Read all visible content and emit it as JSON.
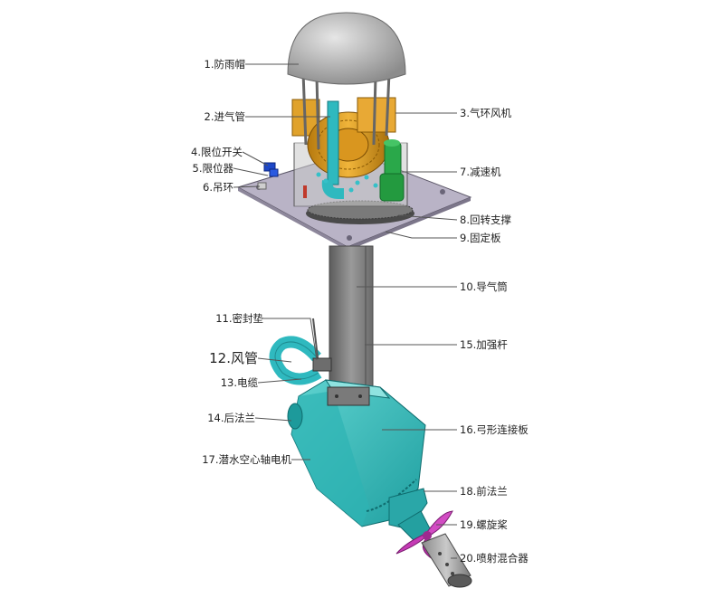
{
  "diagram": {
    "labels": [
      {
        "id": "l1",
        "text": "1.防雨帽"
      },
      {
        "id": "l2",
        "text": "2.进气管"
      },
      {
        "id": "l3",
        "text": "3.气环风机"
      },
      {
        "id": "l4",
        "text": "4.限位开关"
      },
      {
        "id": "l5",
        "text": "5.限位器"
      },
      {
        "id": "l6",
        "text": "6.吊环"
      },
      {
        "id": "l7",
        "text": "7.减速机"
      },
      {
        "id": "l8",
        "text": "8.回转支撑"
      },
      {
        "id": "l9",
        "text": "9.固定板"
      },
      {
        "id": "l10",
        "text": "10.导气筒"
      },
      {
        "id": "l11",
        "text": "11.密封垫"
      },
      {
        "id": "l12",
        "text": "12.风管"
      },
      {
        "id": "l13",
        "text": "13.电缆"
      },
      {
        "id": "l14",
        "text": "14.后法兰"
      },
      {
        "id": "l15",
        "text": "15.加强杆"
      },
      {
        "id": "l16",
        "text": "16.弓形连接板"
      },
      {
        "id": "l17",
        "text": "17.潜水空心轴电机"
      },
      {
        "id": "l18",
        "text": "18.前法兰"
      },
      {
        "id": "l19",
        "text": "19.螺旋桨"
      },
      {
        "id": "l20",
        "text": "20.喷射混合器"
      }
    ]
  }
}
